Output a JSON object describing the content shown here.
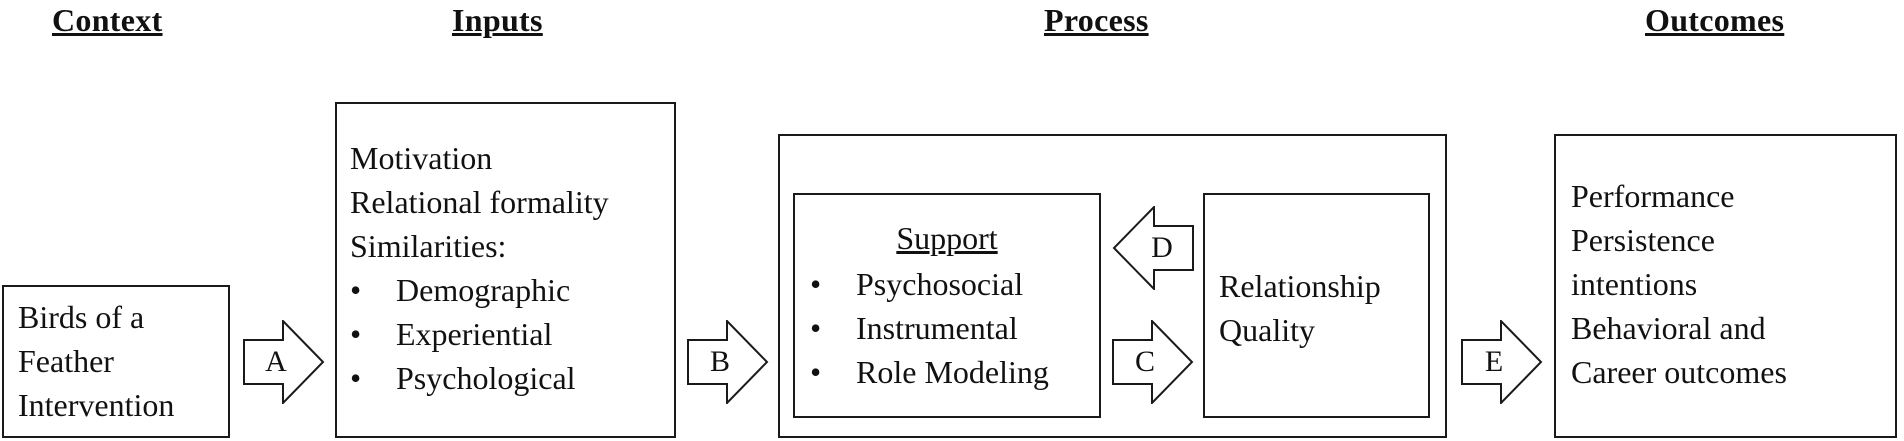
{
  "headers": {
    "context": "Context",
    "inputs": "Inputs",
    "process": "Process",
    "outcomes": "Outcomes"
  },
  "context_box": {
    "lines": [
      "Birds of a",
      "Feather",
      "Intervention"
    ]
  },
  "inputs_box": {
    "lines": [
      "Motivation",
      "Relational formality",
      "Similarities:"
    ],
    "bullets": [
      "Demographic",
      "Experiential",
      "Psychological"
    ]
  },
  "support_box": {
    "title": "Support",
    "bullets": [
      "Psychosocial",
      "Instrumental",
      "Role Modeling"
    ]
  },
  "relationship_box": {
    "lines": [
      "Relationship",
      "Quality"
    ]
  },
  "outcomes_box": {
    "lines": [
      "Performance",
      "Persistence",
      "intentions",
      "Behavioral and",
      "Career outcomes"
    ]
  },
  "arrows": {
    "a": "A",
    "b": "B",
    "c": "C",
    "d": "D",
    "e": "E"
  }
}
